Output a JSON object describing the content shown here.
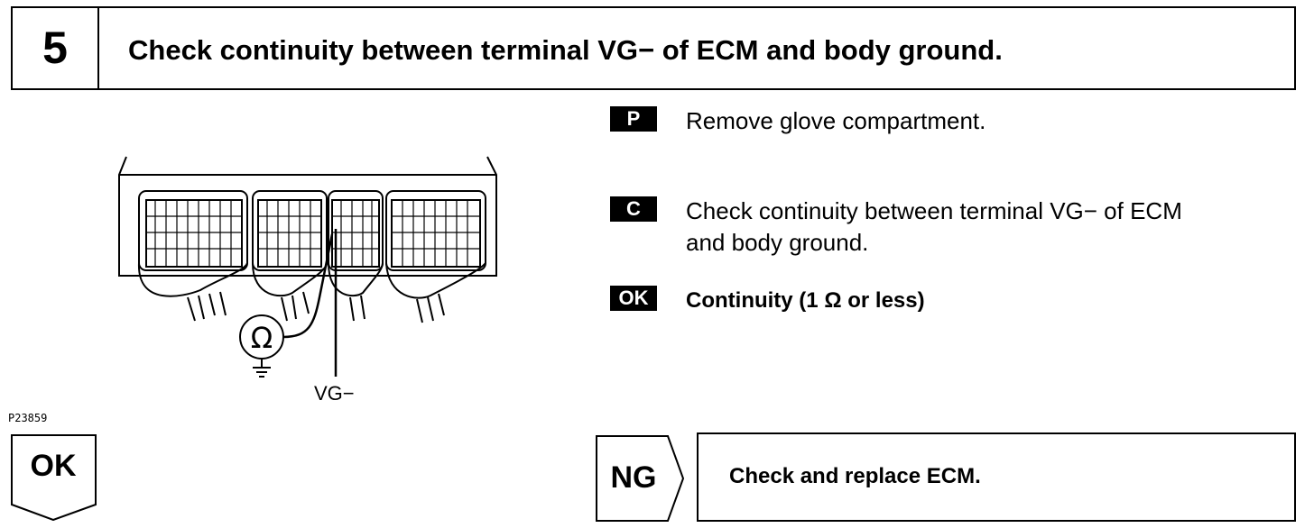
{
  "step": {
    "number": "5",
    "title": "Check continuity between terminal VG− of ECM and body ground."
  },
  "instructions": [
    {
      "badge": "P",
      "text": "Remove glove compartment."
    },
    {
      "badge": "C",
      "text_line1": "Check continuity between terminal VG− of ECM",
      "text_line2": "and body ground."
    },
    {
      "badge": "OK",
      "text": "Continuity (1 Ω or less)"
    }
  ],
  "diagram": {
    "terminal_label": "VG−",
    "meter_symbol": "Ω",
    "figure_id": "P23859"
  },
  "results": {
    "ok_label": "OK",
    "ng_label": "NG",
    "ng_action": "Check and replace ECM."
  }
}
